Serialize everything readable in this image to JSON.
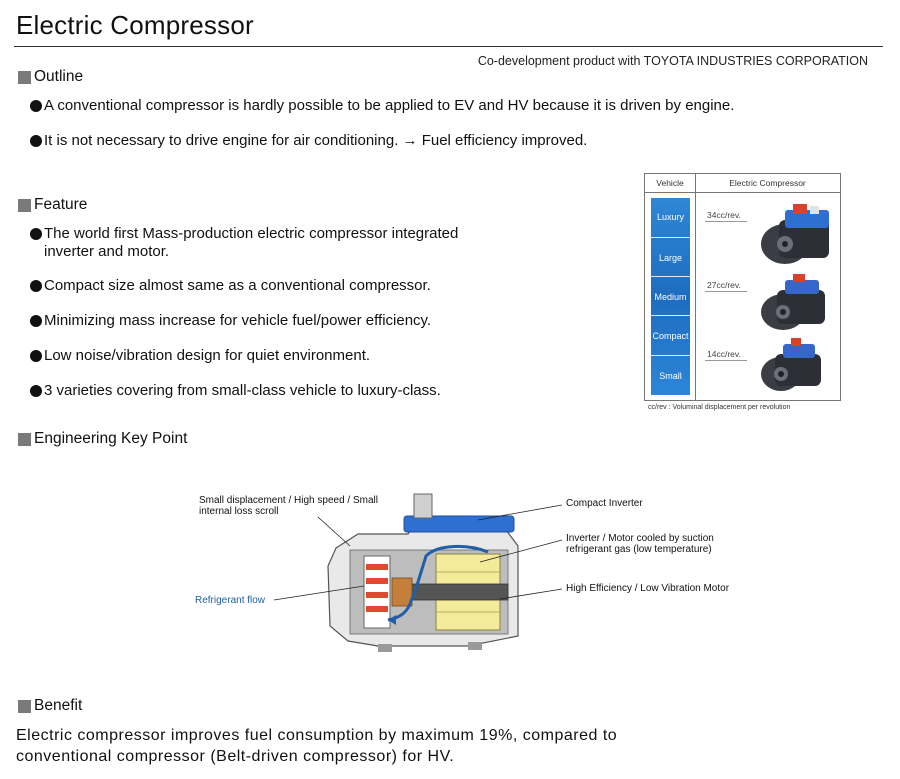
{
  "title": "Electric Compressor",
  "codevelopment": "Co-development product with TOYOTA INDUSTRIES CORPORATION",
  "sections": {
    "outline": {
      "heading": "Outline",
      "bullets": [
        "A conventional compressor is hardly possible to be applied to EV and HV because it is driven by engine.",
        "It is not necessary to drive engine for air conditioning. → Fuel efficiency improved."
      ]
    },
    "feature": {
      "heading": "Feature",
      "bullets": [
        "The world first Mass-production electric compressor integrated inverter and motor.",
        "Compact size almost same as a conventional compressor.",
        "Minimizing mass increase for vehicle fuel/power efficiency.",
        "Low noise/vibration design for quiet environment.",
        "3 varieties covering from small-class vehicle to luxury-class."
      ]
    },
    "engineering": {
      "heading": "Engineering Key Point",
      "callouts": {
        "scroll": "Small displacement / High speed / Small internal loss scroll",
        "inverter": "Compact Inverter",
        "cooling": "Inverter / Motor cooled by suction refrigerant gas (low temperature)",
        "motor": "High Efficiency / Low Vibration Motor",
        "flow": "Refrigerant flow"
      }
    },
    "benefit": {
      "heading": "Benefit",
      "text": "Electric compressor improves fuel consumption by maximum 19%, compared to conventional compressor (Belt-driven compressor) for HV."
    }
  },
  "vehicle_table": {
    "col_vehicle": "Vehicle",
    "col_compressor": "Electric Compressor",
    "classes": [
      "Luxury",
      "Large",
      "Medium",
      "Compact",
      "Small"
    ],
    "displacements": [
      "34cc/rev.",
      "27cc/rev.",
      "14cc/rev."
    ],
    "note": "cc/rev : Voluminal displacement per revolution"
  },
  "colors": {
    "accent_blue": "#1e6cc0",
    "flow_blue": "#1f5fa8",
    "motor_yellow": "#f3ea9a",
    "scroll_red": "#e04a2c"
  }
}
